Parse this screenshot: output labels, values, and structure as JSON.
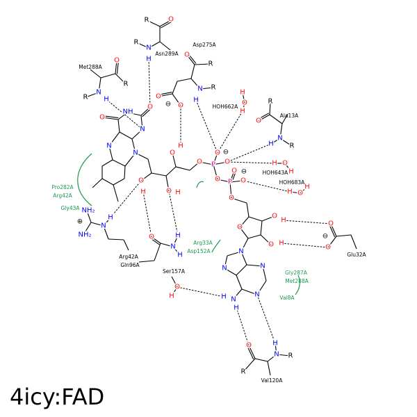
{
  "title": "4icy:FAD",
  "atom_symbols": {
    "O": "O",
    "N": "N",
    "H": "H",
    "R": "R",
    "P": "P",
    "NH": "NH",
    "NH2": "NH₂",
    "minus": "⊖",
    "plus": "⊕"
  },
  "residues": {
    "asn289": "Asn289A",
    "asp275": "Asp275A",
    "met288": "Met288A",
    "hoh662": "HOH662A",
    "ala13": "Ala13A",
    "hoh643": "HOH643A",
    "hoh683": "HOH683A",
    "glu32": "Glu32A",
    "arg42": "Arg42A",
    "gln96": "Gln96A",
    "ser157": "Ser157A",
    "val120": "Val120A"
  },
  "hydrophobic": {
    "pro282": "Pro282A",
    "arg42": "Arg42A",
    "gly43": "Gly43A",
    "arg33": "Arg33A",
    "asp152": "Asp152A",
    "gly287": "Gly287A",
    "met288": "Met288A",
    "val8": "Val8A"
  },
  "colors": {
    "O": "#ff0d0d",
    "N": "#0000ff",
    "P": "#e0168a",
    "C": "#000000",
    "hydrophobic": "#1a9a50"
  }
}
